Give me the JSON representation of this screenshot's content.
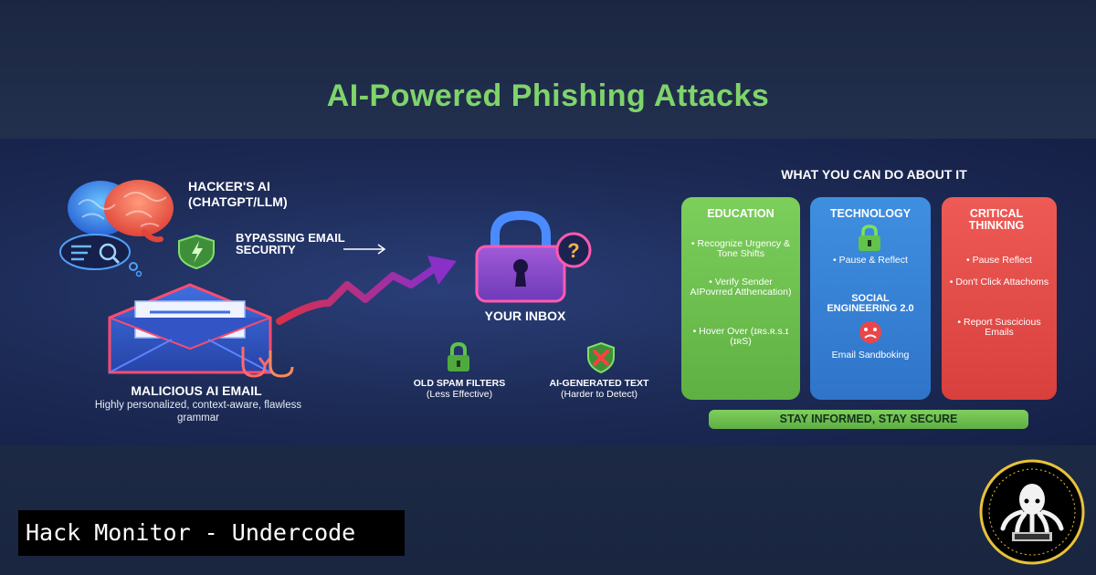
{
  "title": "AI-Powered Phishing Attacks",
  "left": {
    "hacker_label": "HACKER'S AI (CHATGPT/LLM)",
    "bypass_label": "BYPASSING EMAIL SECURITY",
    "malicious_title": "MALICIOUS AI EMAIL",
    "malicious_sub": "Highly personalized, context-aware, flawless grammar"
  },
  "middle": {
    "inbox_label": "YOUR INBOX",
    "old_filters": "OLD SPAM FILTERS",
    "old_filters_sub": "(Less Effective)",
    "ai_text": "AI-GENERATED TEXT",
    "ai_text_sub": "(Harder to Detect)"
  },
  "right": {
    "heading": "WHAT YOU CAN DO ABOUT IT",
    "education": {
      "title": "EDUCATION",
      "items": [
        "• Recognize Urgency & Tone Shifts",
        "• Verify Sender AIPovrred Atthencation)",
        "• Hover Over (ɪʀs.ʀ.s.ɪ (ɪʀS)"
      ]
    },
    "technology": {
      "title": "TECHNOLOGY",
      "items": [
        "• Pause & Reflect",
        "SOCIAL ENGINEERING 2.0",
        "Email Sandboking"
      ]
    },
    "critical": {
      "title": "CRITICAL THINKING",
      "items": [
        "• Pause Reflect",
        "• Don't Click Attachoms",
        "• Report Suscicious Emails"
      ]
    },
    "footer": "STAY INFORMED, STAY SECURE"
  },
  "brand": "Hack Monitor - Undercode",
  "colors": {
    "title_green": "#7fd46a",
    "education_green": "#6cc04f",
    "technology_blue": "#3a84d8",
    "critical_red": "#e24e4a",
    "background": "#1d2a45"
  }
}
